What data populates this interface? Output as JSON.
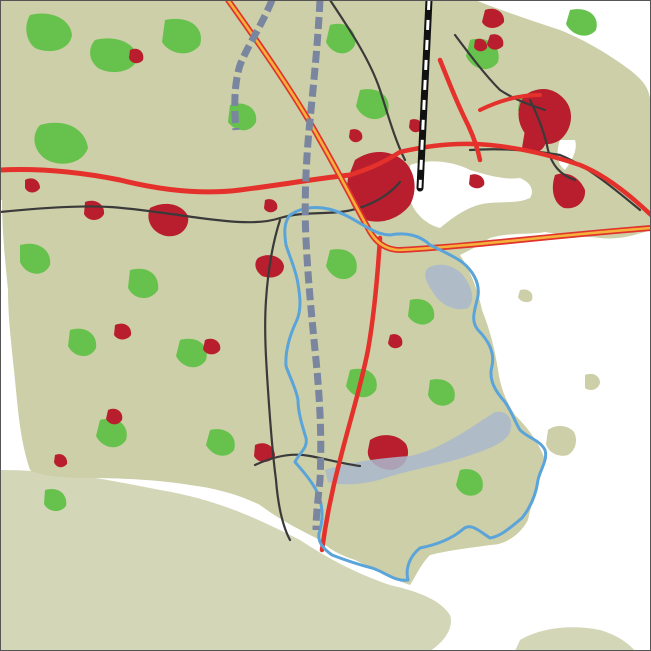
{
  "map": {
    "colors": {
      "sea": "#ffffff",
      "land": "#cdcfa8",
      "distant_land": "#d4d6b8",
      "vegetation": "#66c24c",
      "vegetation_light": "#8fd06e",
      "urban": "#b81e2e",
      "main_road": "#e5312b",
      "motorway_casing": "#e0332d",
      "motorway_core": "#f4b23a",
      "railway": "#3a3a3a",
      "dashed_corridor": "#7a85a0",
      "ferry_line": "#111111",
      "study_boundary": "#5aa4da",
      "lake_fill": "#a9b8cc",
      "frame": "#555555"
    },
    "layers": [
      {
        "id": "land",
        "icon": "land-area"
      },
      {
        "id": "vegetation",
        "icon": "forest-patches"
      },
      {
        "id": "urban",
        "icon": "urban-areas"
      },
      {
        "id": "roads",
        "icon": "road-network"
      },
      {
        "id": "railways",
        "icon": "railway-lines"
      },
      {
        "id": "study-area",
        "icon": "boundary-outline"
      },
      {
        "id": "lakes",
        "icon": "water-bodies"
      },
      {
        "id": "planned-corridors",
        "icon": "dashed-corridor"
      },
      {
        "id": "ferry",
        "icon": "ferry-route"
      }
    ]
  }
}
